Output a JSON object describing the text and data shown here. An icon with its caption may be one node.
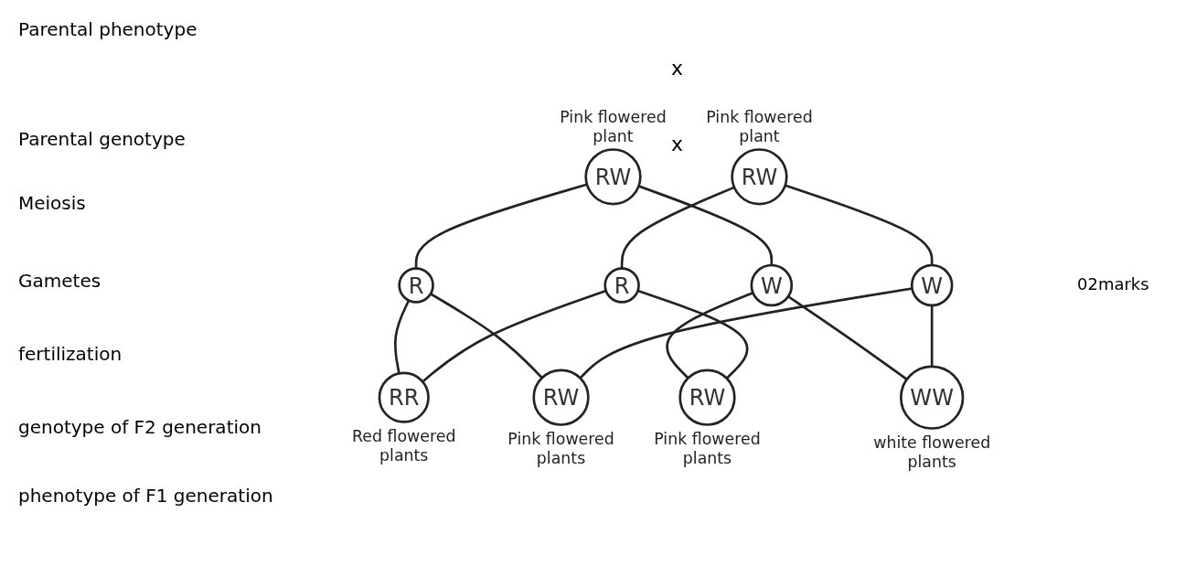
{
  "diagram": {
    "nodes": [
      {
        "text": [
          "RW"
        ],
        "beside": [
          "Pink flowered plant"
        ]
      },
      {
        "text": [
          "RW"
        ],
        "beside": [
          "Pink flowered plant"
        ]
      },
      {
        "text": [
          "R"
        ]
      },
      {
        "text": [
          "W"
        ]
      },
      {
        "text": [
          "R"
        ]
      },
      {
        "text": [
          "W"
        ]
      },
      {
        "text": [
          "RR"
        ],
        "beside": [
          "Red flowered plants"
        ]
      },
      {
        "text": [
          "RW"
        ],
        "beside": [
          "Pink flowered plants"
        ]
      },
      {
        "text": [
          "RW"
        ],
        "beside": [
          "Pink flowered plants"
        ]
      },
      {
        "text": [
          "WW"
        ],
        "beside": [
          "white flowered plants"
        ]
      }
    ],
    "edges": [
      {
        "from": 0,
        "to": 2,
        "arrow": "none"
      },
      {
        "from": 0,
        "to": 3,
        "arrow": "none"
      },
      {
        "from": 1,
        "to": 4,
        "arrow": "none"
      },
      {
        "from": 1,
        "to": 5,
        "arrow": "none"
      },
      {
        "from": 2,
        "to": 6,
        "arrow": "none"
      },
      {
        "from": 2,
        "to": 7,
        "arrow": "none"
      },
      {
        "from": 3,
        "to": 8,
        "arrow": "none"
      },
      {
        "from": 3,
        "to": 9,
        "arrow": "none"
      },
      {
        "from": 4,
        "to": 6,
        "arrow": "none"
      },
      {
        "from": 4,
        "to": 8,
        "arrow": "none"
      },
      {
        "from": 5,
        "to": 7,
        "arrow": "none"
      },
      {
        "from": 5,
        "to": 9,
        "arrow": "none"
      }
    ],
    "labels": [
      "Parental phenotype",
      "x",
      "Parental genotype",
      "x",
      "Meiosis",
      "Gametes",
      "fertilization",
      "02marks",
      "genotype of F2 generation",
      "phenotype of F1 generation"
    ]
  }
}
